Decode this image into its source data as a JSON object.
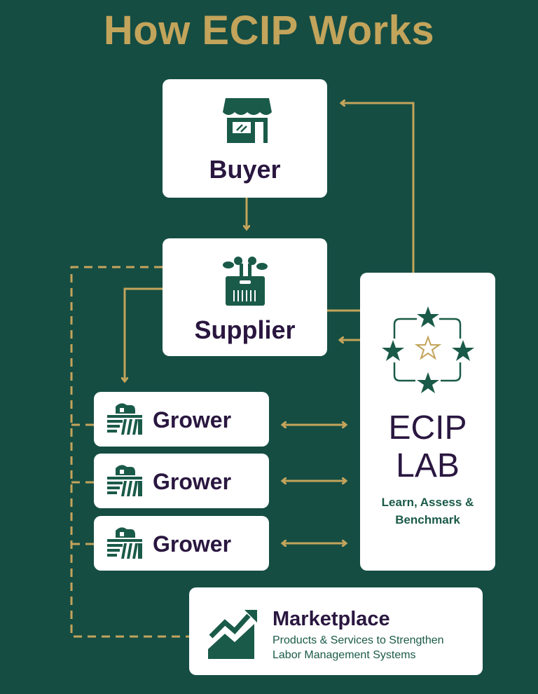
{
  "title": "How ECIP Works",
  "buyer": {
    "label": "Buyer",
    "icon": "storefront-icon"
  },
  "supplier": {
    "label": "Supplier",
    "icon": "produce-crate-icon"
  },
  "growers": [
    {
      "label": "Grower",
      "icon": "farm-icon"
    },
    {
      "label": "Grower",
      "icon": "farm-icon"
    },
    {
      "label": "Grower",
      "icon": "farm-icon"
    }
  ],
  "lab": {
    "line1": "ECIP",
    "line2": "LAB",
    "subtitle1": "Learn, Assess &",
    "subtitle2": "Benchmark",
    "icon": "stars-ring-icon"
  },
  "marketplace": {
    "title": "Marketplace",
    "desc1": "Products & Services to Strengthen",
    "desc2": "Labor Management Systems",
    "icon": "growth-chart-icon"
  },
  "colors": {
    "background": "#154d43",
    "gold": "#c3a45b",
    "purple": "#2a1740",
    "green": "#1a5a48"
  }
}
